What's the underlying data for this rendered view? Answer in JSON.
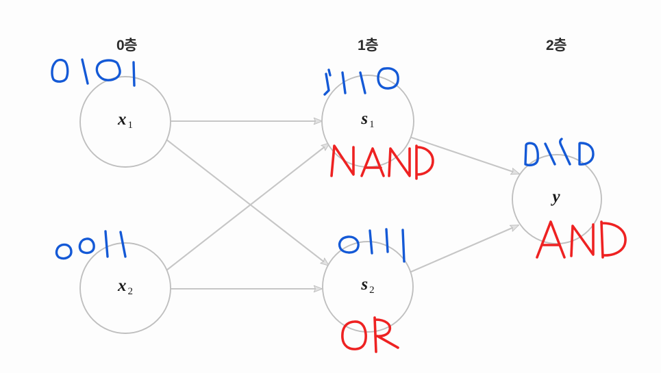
{
  "diagram": {
    "title_type": "neural-network-logic-gate-diagram",
    "background_color": "#fdfdfd",
    "edge_color": "#c6c6c6",
    "node_stroke_color": "#bfbfbf",
    "blue_ink": "#1459d6",
    "red_ink": "#ee2222"
  },
  "layer_labels": [
    {
      "id": "layer0",
      "text": "0층"
    },
    {
      "id": "layer1",
      "text": "1층"
    },
    {
      "id": "layer2",
      "text": "2층"
    }
  ],
  "nodes": [
    {
      "id": "x1",
      "symbol": "x",
      "subscript": "1",
      "layer": "0층",
      "annotation_bits": "0101",
      "annotation_gate": ""
    },
    {
      "id": "x2",
      "symbol": "x",
      "subscript": "2",
      "layer": "0층",
      "annotation_bits": "0011",
      "annotation_gate": ""
    },
    {
      "id": "s1",
      "symbol": "s",
      "subscript": "1",
      "layer": "1층",
      "annotation_bits": "1110",
      "annotation_gate": "NAND"
    },
    {
      "id": "s2",
      "symbol": "s",
      "subscript": "2",
      "layer": "1층",
      "annotation_bits": "0111",
      "annotation_gate": "OR"
    },
    {
      "id": "y",
      "symbol": "y",
      "subscript": "",
      "layer": "2층",
      "annotation_bits": "0110",
      "annotation_gate": "AND"
    }
  ],
  "edges": [
    {
      "from": "x1",
      "to": "s1"
    },
    {
      "from": "x1",
      "to": "s2"
    },
    {
      "from": "x2",
      "to": "s1"
    },
    {
      "from": "x2",
      "to": "s2"
    },
    {
      "from": "s1",
      "to": "y"
    },
    {
      "from": "s2",
      "to": "y"
    }
  ]
}
